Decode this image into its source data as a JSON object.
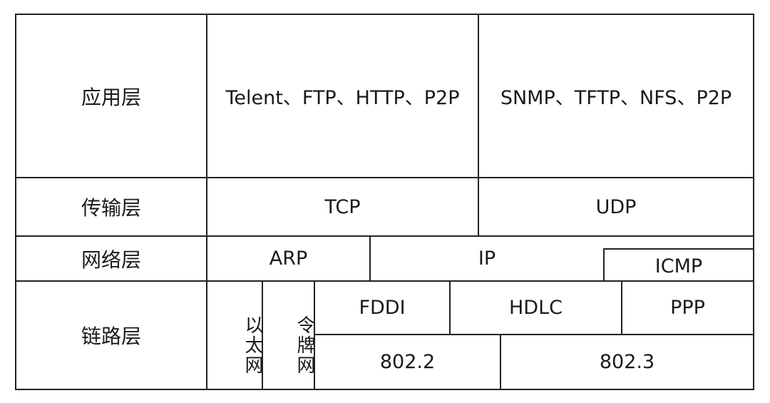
{
  "layers": {
    "application": {
      "label": "应用层",
      "left": "Telent、FTP、HTTP、P2P",
      "right": "SNMP、TFTP、NFS、P2P"
    },
    "transport": {
      "label": "传输层",
      "left": "TCP",
      "right": "UDP"
    },
    "network": {
      "label": "网络层",
      "arp": "ARP",
      "ip": "IP",
      "icmp": "ICMP"
    },
    "link": {
      "label": "链路层",
      "ethernet": "以太网",
      "token_ring": "令牌网",
      "fddi": "FDDI",
      "hdlc": "HDLC",
      "ppp": "PPP",
      "ieee_802_2": "802.2",
      "ieee_802_3": "802.3"
    }
  }
}
